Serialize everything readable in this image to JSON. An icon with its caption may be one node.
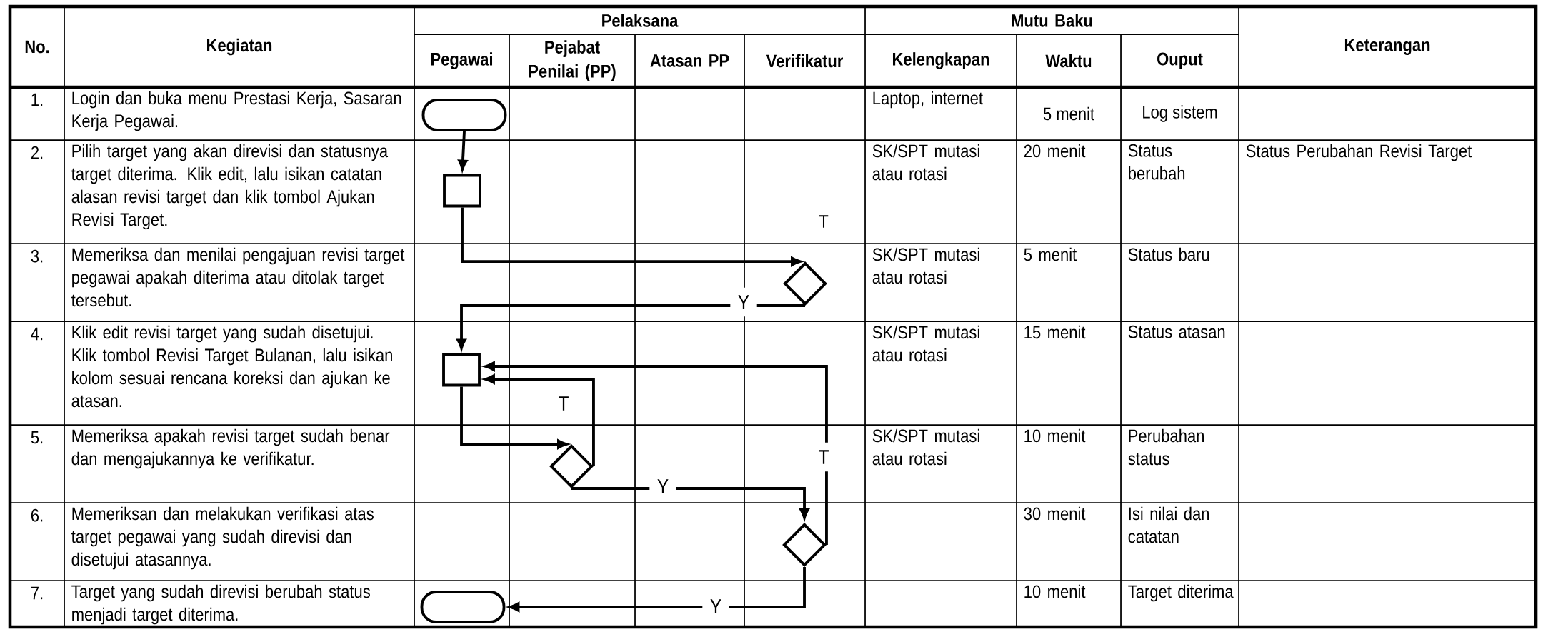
{
  "diagram": {
    "nodes": [
      {
        "text": [],
        "shape": "oval"
      },
      {
        "text": [],
        "shape": "box"
      },
      {
        "text": [],
        "shape": "diamond"
      },
      {
        "text": [],
        "shape": "box"
      },
      {
        "text": [],
        "shape": "diamond"
      },
      {
        "text": [],
        "shape": "diamond"
      },
      {
        "text": [],
        "shape": "oval"
      }
    ],
    "edges": [
      {
        "from": 0,
        "to": 1,
        "arrow": "to"
      },
      {
        "from": 1,
        "to": 2,
        "arrow": "to"
      },
      {
        "from": 2,
        "to": 3,
        "arrow": "to",
        "label": "Y"
      },
      {
        "from": 3,
        "to": 4,
        "arrow": "to"
      },
      {
        "from": 4,
        "to": 3,
        "arrow": "to",
        "label": "T"
      },
      {
        "from": 4,
        "to": 5,
        "arrow": "to",
        "label": "Y"
      },
      {
        "from": 5,
        "to": 3,
        "arrow": "to",
        "label": "T"
      },
      {
        "from": 5,
        "to": 6,
        "arrow": "to",
        "label": "Y"
      }
    ],
    "labels": [
      "No.",
      "Kegiatan",
      "Pelaksana",
      "Mutu Baku",
      "Keterangan",
      "Pegawai",
      "Pejabat Penilai (PP)",
      "Atasan PP",
      "Verifikatur",
      "Kelengkapan",
      "Waktu",
      "Ouput",
      "1.",
      "Login  dan buka menu Prestasi Kerja, Sasaran Kerja Pegawai.",
      "Laptop, internet",
      "5 menit",
      "Log sistem",
      "2.",
      "Pilih target yang akan direvisi dan statusnya target diterima. Klik edit, lalu isikan catatan alasan revisi target dan klik tombol Ajukan Revisi Target.",
      "T",
      "SK/SPT mutasi atau rotasi",
      "20 menit",
      "Status berubah",
      "Status Perubahan Revisi Target",
      "3.",
      "Memeriksa dan menilai pengajuan revisi target pegawai apakah diterima atau ditolak target tersebut.",
      "SK/SPT mutasi atau rotasi",
      "5 menit",
      "Status baru",
      "4.",
      "Klik edit revisi target yang sudah disetujui. Klik tombol Revisi Target Bulanan, lalu isikan kolom sesuai rencana koreksi dan ajukan ke atasan.",
      "SK/SPT mutasi atau rotasi",
      "15 menit",
      "Status atasan",
      "5.",
      "Memeriksa apakah revisi target sudah benar dan mengajukannya ke verifikatur.",
      "SK/SPT mutasi atau rotasi",
      "10 menit",
      "Perubahan status",
      "6.",
      "Memeriksan dan melakukan verifikasi atas target pegawai yang sudah direvisi dan disetujui atasannya.",
      "30 menit",
      "Isi nilai dan catatan",
      "7.",
      "Target yang sudah direvisi berubah status menjadi target diterima.",
      "10 menit",
      "Target diterima"
    ]
  }
}
